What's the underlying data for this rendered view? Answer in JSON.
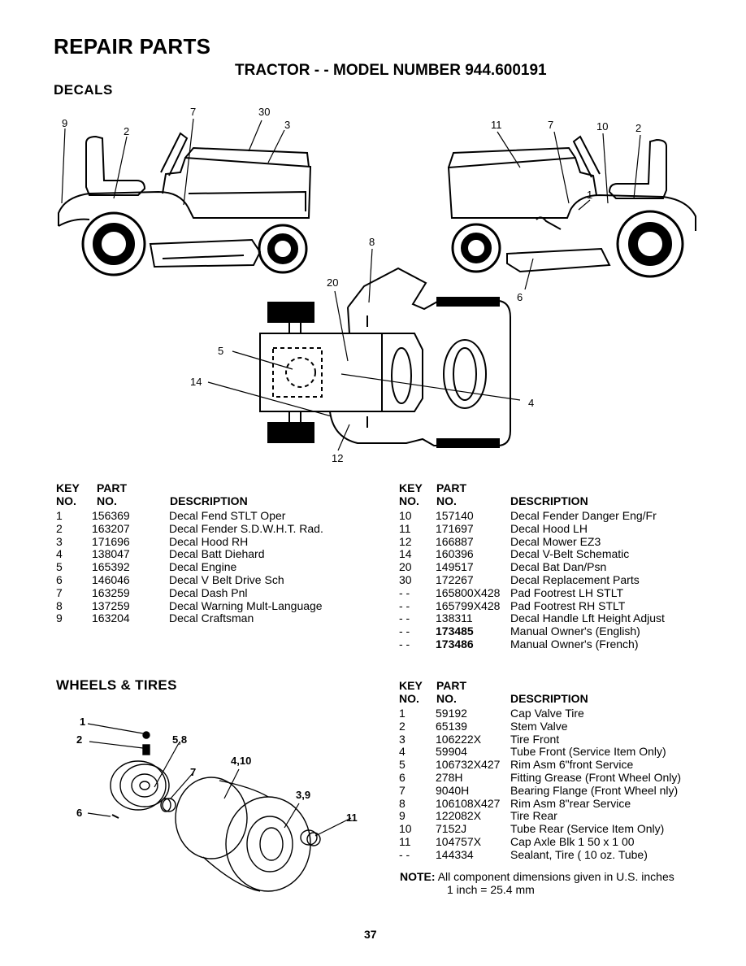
{
  "title": "REPAIR PARTS",
  "subtitle": "TRACTOR - - MODEL NUMBER 944.600191",
  "decals_heading": "DECALS",
  "wheels_heading": "WHEELS & TIRES",
  "table_headers": {
    "key_top": "KEY",
    "key_bottom": "NO.",
    "part_top": "PART",
    "part_bottom": "NO.",
    "description": "DESCRIPTION"
  },
  "decal_callouts": [
    "9",
    "2",
    "7",
    "30",
    "3",
    "11",
    "7",
    "10",
    "2",
    "1",
    "8",
    "20",
    "6",
    "5",
    "14",
    "4",
    "12"
  ],
  "wheel_callouts": [
    "1",
    "2",
    "5,8",
    "4,10",
    "7",
    "3,9",
    "6",
    "11"
  ],
  "decals_left": [
    {
      "key": "1",
      "part": "156369",
      "desc": "Decal Fend STLT Oper"
    },
    {
      "key": "2",
      "part": "163207",
      "desc": "Decal Fender S.D.W.H.T. Rad."
    },
    {
      "key": "3",
      "part": "171696",
      "desc": "Decal Hood RH"
    },
    {
      "key": "4",
      "part": "138047",
      "desc": "Decal Batt Diehard"
    },
    {
      "key": "5",
      "part": "165392",
      "desc": "Decal Engine"
    },
    {
      "key": "6",
      "part": "146046",
      "desc": "Decal V Belt Drive Sch"
    },
    {
      "key": "7",
      "part": "163259",
      "desc": "Decal Dash Pnl"
    },
    {
      "key": "8",
      "part": "137259",
      "desc": "Decal Warning Mult-Language"
    },
    {
      "key": "9",
      "part": "163204",
      "desc": "Decal Craftsman"
    }
  ],
  "decals_right": [
    {
      "key": "10",
      "part": "157140",
      "desc": "Decal Fender Danger Eng/Fr"
    },
    {
      "key": "11",
      "part": "171697",
      "desc": "Decal Hood LH"
    },
    {
      "key": "12",
      "part": "166887",
      "desc": "Decal Mower EZ3"
    },
    {
      "key": "14",
      "part": "160396",
      "desc": "Decal V-Belt Schematic"
    },
    {
      "key": "20",
      "part": "149517",
      "desc": "Decal Bat Dan/Psn"
    },
    {
      "key": "30",
      "part": "172267",
      "desc": "Decal Replacement Parts"
    },
    {
      "key": "- -",
      "part": "165800X428",
      "desc": "Pad Footrest LH STLT"
    },
    {
      "key": "- -",
      "part": "165799X428",
      "desc": "Pad Footrest RH STLT"
    },
    {
      "key": "- -",
      "part": "138311",
      "desc": "Decal Handle Lft Height Adjust"
    },
    {
      "key": "- -",
      "part": "173485",
      "desc": "Manual Owner's (English)"
    },
    {
      "key": "- -",
      "part": "173486",
      "desc": "Manual Owner's (French)"
    }
  ],
  "wheels": [
    {
      "key": "1",
      "part": "59192",
      "desc": "Cap Valve Tire"
    },
    {
      "key": "2",
      "part": "65139",
      "desc": "Stem Valve"
    },
    {
      "key": "3",
      "part": "106222X",
      "desc": "Tire Front"
    },
    {
      "key": "4",
      "part": "59904",
      "desc": "Tube Front (Service Item Only)"
    },
    {
      "key": "5",
      "part": "106732X427",
      "desc": "Rim Asm 6\"front Service"
    },
    {
      "key": "6",
      "part": "278H",
      "desc": "Fitting Grease (Front Wheel Only)"
    },
    {
      "key": "7",
      "part": "9040H",
      "desc": "Bearing Flange (Front Wheel nly)"
    },
    {
      "key": "8",
      "part": "106108X427",
      "desc": "Rim Asm 8\"rear Service"
    },
    {
      "key": "9",
      "part": "122082X",
      "desc": "Tire Rear"
    },
    {
      "key": "10",
      "part": "7152J",
      "desc": "Tube Rear (Service Item Only)"
    },
    {
      "key": "11",
      "part": "104757X",
      "desc": "Cap Axle Blk 1 50 x 1 00"
    },
    {
      "key": "- -",
      "part": "144334",
      "desc": "Sealant, Tire ( 10 oz. Tube)"
    }
  ],
  "note_label": "NOTE:",
  "note_text": "All component dimensions given in U.S. inches",
  "note_text2": "1 inch = 25.4 mm",
  "page_number": "37"
}
